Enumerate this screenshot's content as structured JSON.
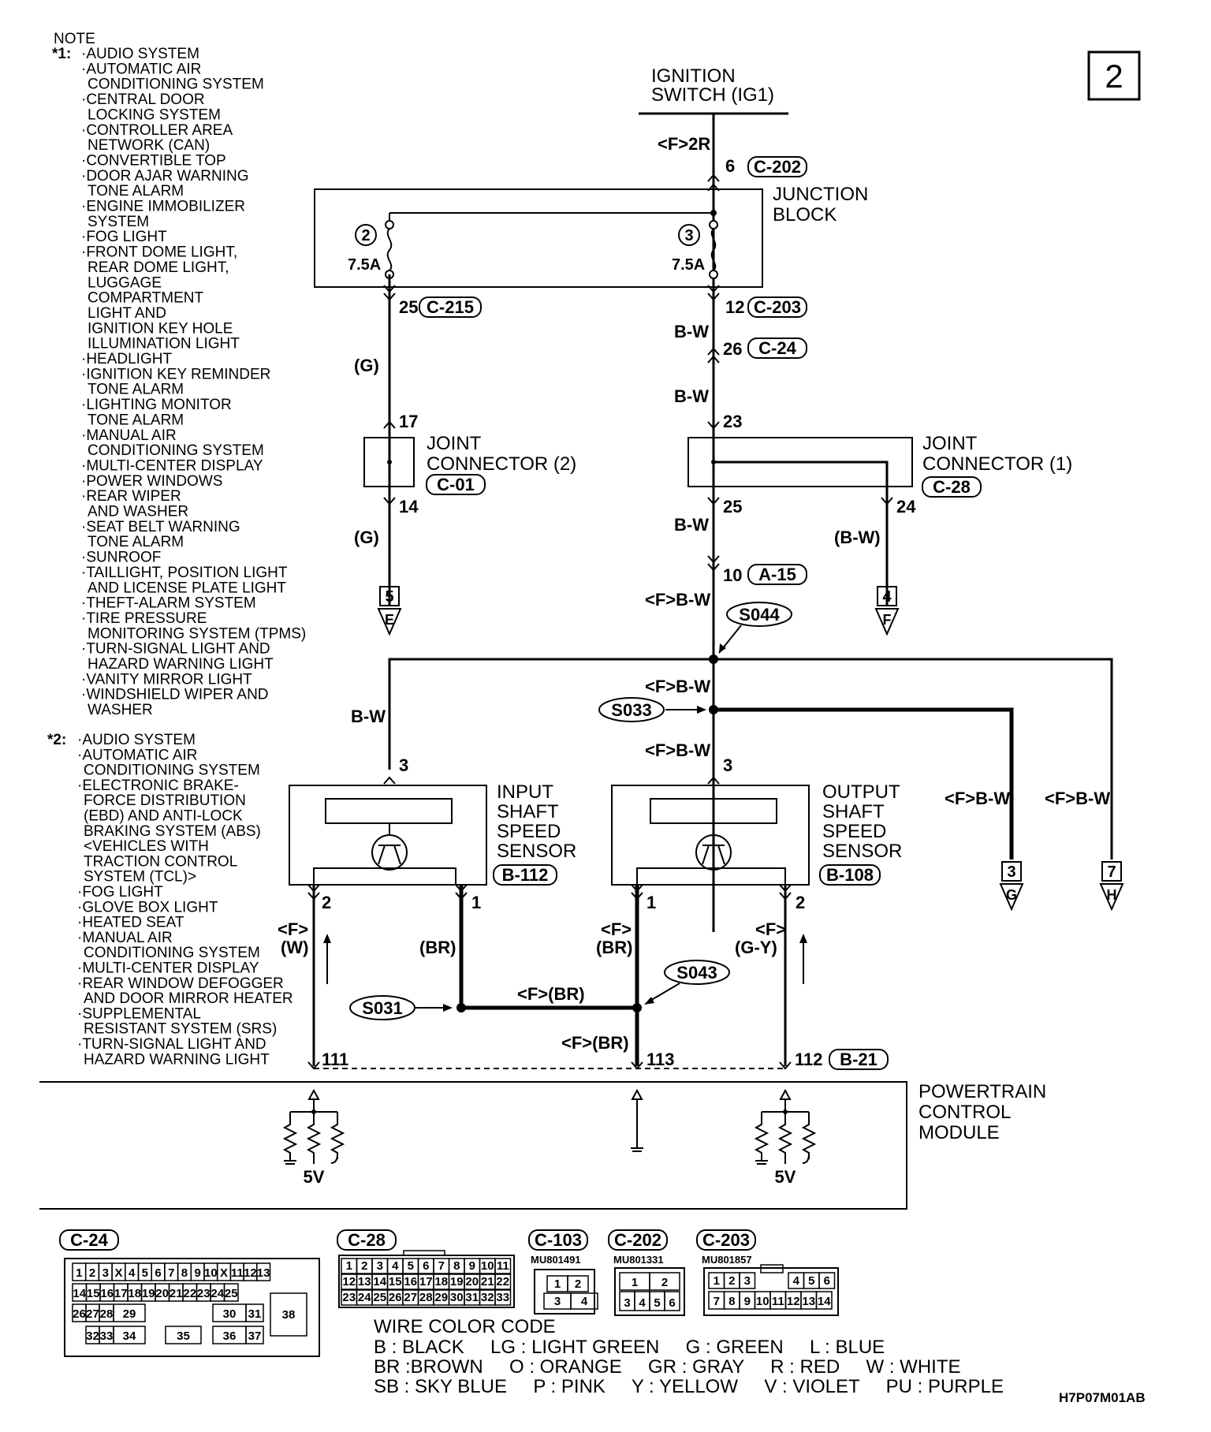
{
  "page_number": "2",
  "note": {
    "title": "NOTE",
    "star1": "*1:",
    "star1_items": [
      "·AUDIO SYSTEM",
      "·AUTOMATIC AIR",
      "CONDITIONING SYSTEM",
      "·CENTRAL DOOR",
      "LOCKING SYSTEM",
      "·CONTROLLER AREA",
      "NETWORK (CAN)",
      "·CONVERTIBLE TOP",
      "·DOOR AJAR WARNING",
      "TONE ALARM",
      "·ENGINE IMMOBILIZER",
      "SYSTEM",
      "·FOG LIGHT",
      "·FRONT DOME LIGHT,",
      "REAR DOME LIGHT,",
      "LUGGAGE",
      "COMPARTMENT",
      "LIGHT AND",
      "IGNITION KEY HOLE",
      "ILLUMINATION LIGHT",
      "·HEADLIGHT",
      "·IGNITION KEY REMINDER",
      "TONE ALARM",
      "·LIGHTING MONITOR",
      "TONE ALARM",
      "·MANUAL AIR",
      "CONDITIONING SYSTEM",
      "·MULTI-CENTER DISPLAY",
      "·POWER WINDOWS",
      "·REAR WIPER",
      "AND WASHER",
      "·SEAT BELT WARNING",
      "TONE ALARM",
      "·SUNROOF",
      "·TAILLIGHT, POSITION LIGHT",
      "AND LICENSE PLATE LIGHT",
      "·THEFT-ALARM SYSTEM",
      "·TIRE PRESSURE",
      "MONITORING SYSTEM (TPMS)",
      "·TURN-SIGNAL LIGHT AND",
      "HAZARD WARNING LIGHT",
      "·VANITY MIRROR LIGHT",
      "·WINDSHIELD WIPER AND",
      "WASHER"
    ],
    "star2": "*2:",
    "star2_items": [
      "·AUDIO SYSTEM",
      "·AUTOMATIC AIR",
      "CONDITIONING SYSTEM",
      "·ELECTRONIC BRAKE-",
      "FORCE DISTRIBUTION",
      "(EBD) AND ANTI-LOCK",
      "BRAKING SYSTEM (ABS)",
      "<VEHICLES WITH",
      "TRACTION CONTROL",
      "SYSTEM (TCL)>",
      "·FOG LIGHT",
      "·GLOVE BOX LIGHT",
      "·HEATED SEAT",
      "·MANUAL AIR",
      "CONDITIONING SYSTEM",
      "·MULTI-CENTER DISPLAY",
      "·REAR WINDOW DEFOGGER",
      "AND DOOR MIRROR HEATER",
      "·SUPPLEMENTAL",
      "RESISTANT SYSTEM (SRS)",
      "·TURN-SIGNAL LIGHT AND",
      "HAZARD WARNING LIGHT"
    ]
  },
  "labels": {
    "ign_1": "IGNITION",
    "ign_2": "SWITCH (IG1)",
    "jb_1": "JUNCTION",
    "jb_2": "BLOCK",
    "jc2_1": "JOINT",
    "jc2_2": "CONNECTOR (2)",
    "jc1_1": "JOINT",
    "jc1_2": "CONNECTOR (1)",
    "iss_1": "INPUT",
    "iss_2": "SHAFT",
    "iss_3": "SPEED",
    "iss_4": "SENSOR",
    "oss_1": "OUTPUT",
    "oss_2": "SHAFT",
    "oss_3": "SPEED",
    "oss_4": "SENSOR",
    "pcm_1": "POWERTRAIN",
    "pcm_2": "CONTROL",
    "pcm_3": "MODULE"
  },
  "connectors": {
    "c202": "C-202",
    "c215": "C-215",
    "c203": "C-203",
    "c24": "C-24",
    "c01": "C-01",
    "c28": "C-28",
    "a15": "A-15",
    "b112": "B-112",
    "b108": "B-108",
    "b21": "B-21",
    "c103": "C-103"
  },
  "splices": {
    "s044": "S044",
    "s033": "S033",
    "s043": "S043",
    "s031": "S031"
  },
  "fuses": {
    "fuse2_num": "2",
    "fuse3_num": "3",
    "fuse2_amp": "7.5A",
    "fuse3_amp": "7.5A"
  },
  "pins": {
    "p6": "6",
    "p25_c215": "25",
    "p12": "12",
    "p26": "26",
    "p17": "17",
    "p23": "23",
    "p14": "14",
    "p25_c28": "25",
    "p24": "24",
    "p10": "10",
    "p3_iss": "3",
    "p3_oss": "3",
    "p2_iss": "2",
    "p1_iss": "1",
    "p1_oss": "1",
    "p2_oss": "2",
    "p111": "111",
    "p113": "113",
    "p112": "112"
  },
  "wires": {
    "f2r": "<F>2R",
    "g1": "(G)",
    "bw1": "B-W",
    "bw2": "B-W",
    "g2": "(G)",
    "bw3": "B-W",
    "bw_paren": "(B-W)",
    "fbw1": "<F>B-W",
    "bw_left": "B-W",
    "fbw2": "<F>B-W",
    "fbw3": "<F>B-W",
    "fbw_g": "<F>B-W",
    "fbw_h": "<F>B-W",
    "f_w_1": "<F>",
    "f_w_2": "(W)",
    "br": "(BR)",
    "f_br_1": "<F>",
    "f_br_2": "(BR)",
    "f_gy_1": "<F>",
    "f_gy_2": "(G-Y)",
    "f_br_horiz": "<F>(BR)",
    "f_br_lower": "<F>(BR)"
  },
  "refs": {
    "e_num": "5",
    "e_letter": "E",
    "f_num": "4",
    "f_letter": "F",
    "g_num": "3",
    "g_letter": "G",
    "h_num": "7",
    "h_letter": "H"
  },
  "voltage": {
    "left": "5V",
    "right": "5V"
  },
  "legend": {
    "c24_grid": [
      [
        "1",
        "2",
        "3",
        "X",
        "4",
        "5",
        "6",
        "7",
        "8",
        "9",
        "10",
        "X",
        "11",
        "12",
        "13"
      ],
      [
        "14",
        "15",
        "16",
        "17",
        "18",
        "19",
        "20",
        "21",
        "22",
        "23",
        "24",
        "25"
      ],
      [
        "26",
        "27",
        "28",
        "29",
        "30",
        "31",
        "38"
      ],
      [
        "32",
        "33",
        "34",
        "35",
        "36",
        "37"
      ]
    ],
    "c28_grid": [
      [
        "1",
        "2",
        "3",
        "4",
        "5",
        "6",
        "7",
        "8",
        "9",
        "10",
        "11"
      ],
      [
        "12",
        "13",
        "14",
        "15",
        "16",
        "17",
        "18",
        "19",
        "20",
        "21",
        "22"
      ],
      [
        "23",
        "24",
        "25",
        "26",
        "27",
        "28",
        "29",
        "30",
        "31",
        "32",
        "33"
      ]
    ],
    "c103_part": "MU801491",
    "c202_part": "MU801331",
    "c203_part": "MU801857",
    "c103_grid": [
      [
        "1",
        "2"
      ],
      [
        "3",
        "4"
      ]
    ],
    "c202_grid": [
      [
        "1",
        "2"
      ],
      [
        "3",
        "4",
        "5",
        "6"
      ]
    ],
    "c203_grid": [
      [
        "1",
        "2",
        "3",
        "4",
        "5",
        "6"
      ],
      [
        "7",
        "8",
        "9",
        "10",
        "11",
        "12",
        "13",
        "14"
      ]
    ]
  },
  "wire_color_code": {
    "title": "WIRE COLOR CODE",
    "line1": "B : BLACK     LG : LIGHT GREEN     G : GREEN     L : BLUE",
    "line2": "BR :BROWN     O : ORANGE     GR : GRAY     R : RED     W : WHITE",
    "line3": "SB : SKY BLUE     P : PINK     Y : YELLOW     V : VIOLET     PU : PURPLE"
  },
  "drawing_code": "H7P07M01AB"
}
